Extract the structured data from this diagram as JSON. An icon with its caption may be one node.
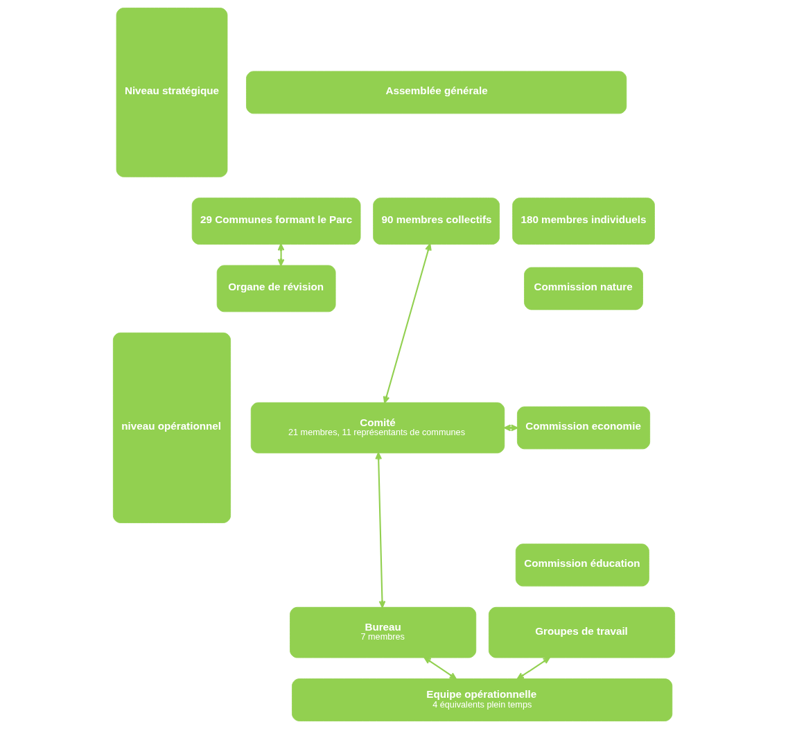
{
  "diagram": {
    "nodes": [
      {
        "text": [
          "Niveau stratégique"
        ]
      },
      {
        "text": [
          "Assemblée générale"
        ]
      },
      {
        "text": [
          "29 Communes formant le Parc"
        ]
      },
      {
        "text": [
          "90 membres collectifs"
        ]
      },
      {
        "text": [
          "180 membres individuels"
        ]
      },
      {
        "text": [
          "Organe de révision"
        ]
      },
      {
        "text": [
          "Commission nature"
        ]
      },
      {
        "text": [
          "Comité",
          "21 membres, 11 représentants de communes"
        ]
      },
      {
        "text": [
          "Commission economie"
        ]
      },
      {
        "text": [
          "Commission éducation"
        ]
      },
      {
        "text": [
          "niveau opérationnel"
        ]
      },
      {
        "text": [
          "Bureau",
          "7 membres"
        ]
      },
      {
        "text": [
          "Groupes de travail"
        ]
      },
      {
        "text": [
          "Equipe opérationnelle",
          "4 équivalents plein temps"
        ]
      }
    ],
    "edges": [
      {
        "from": 2,
        "to": 5,
        "arrow": "both"
      },
      {
        "from": 3,
        "to": 7,
        "arrow": "both"
      },
      {
        "from": 7,
        "to": 8,
        "arrow": "both"
      },
      {
        "from": 7,
        "to": 11,
        "arrow": "both"
      },
      {
        "from": 11,
        "to": 13,
        "arrow": "both"
      },
      {
        "from": 12,
        "to": 13,
        "arrow": "both"
      }
    ]
  }
}
